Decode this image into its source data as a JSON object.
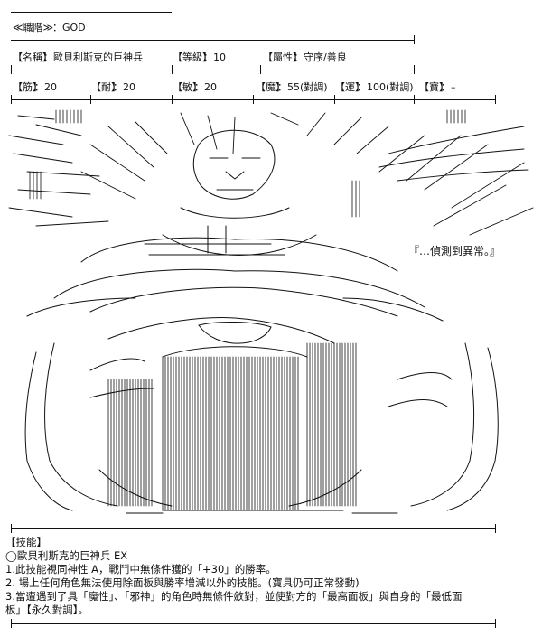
{
  "header": {
    "rank_label": "≪職階≫",
    "rank_value": "：GOD",
    "name_label": "【名稱】",
    "name_value": "：歐貝利斯克的巨神兵",
    "level_label": "【等級】",
    "level_value": "：10",
    "attribute_label": "【屬性】",
    "attribute_value": "：守序/善良"
  },
  "stats": [
    {
      "label": "【筋】",
      "value": "：20"
    },
    {
      "label": "【耐】",
      "value": "：20"
    },
    {
      "label": "【敏】",
      "value": "：20"
    },
    {
      "label": "【魔】",
      "value": "：55(對調)"
    },
    {
      "label": "【運】",
      "value": "：100(對調)"
    },
    {
      "label": "【寶】",
      "value": "：–"
    }
  ],
  "art": {
    "speech": "『…偵測到異常。』"
  },
  "skills": {
    "heading": "【技能】",
    "skill_name": "◯歐貝利斯克的巨神兵 EX",
    "lines": [
      "1.此技能視同神性 A，戰鬥中無條件獲的「+30」的勝率。",
      "2. 場上任何角色無法使用除面板與勝率增減以外的技能。(寶具仍可正常發動)",
      "3.當遭遇到了具「魔性」、「邪神」的角色時無條件斂對，並使對方的「最高面板」與自身的「最低面",
      "板」【永久對調】。"
    ]
  },
  "colors": {
    "ink": "#111111",
    "background": "#ffffff"
  }
}
